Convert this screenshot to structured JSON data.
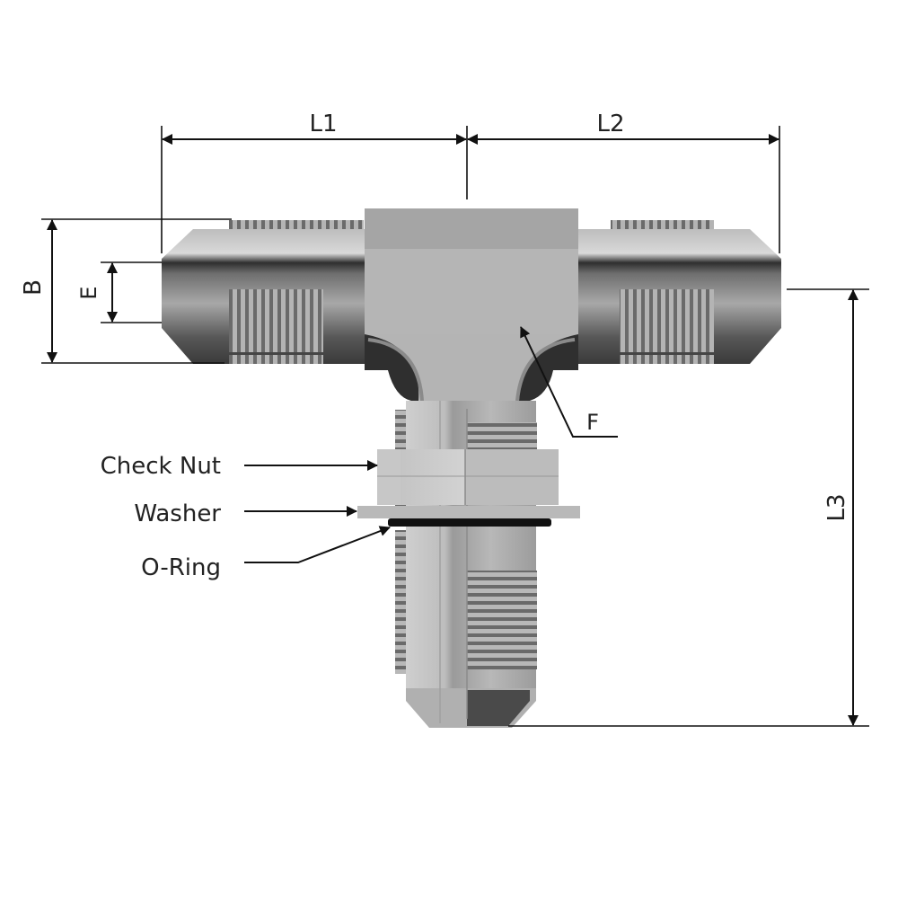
{
  "dimensions": {
    "l1": "L1",
    "l2": "L2",
    "l3": "L3",
    "b": "B",
    "e": "E",
    "f": "F"
  },
  "callouts": {
    "check_nut": "Check Nut",
    "washer": "Washer",
    "o_ring": "O-Ring"
  },
  "colors": {
    "metal_light": "#c8c8c8",
    "metal_mid": "#a9a9a9",
    "metal_dark": "#4a4a4a",
    "line": "#111111",
    "text": "#222222"
  }
}
